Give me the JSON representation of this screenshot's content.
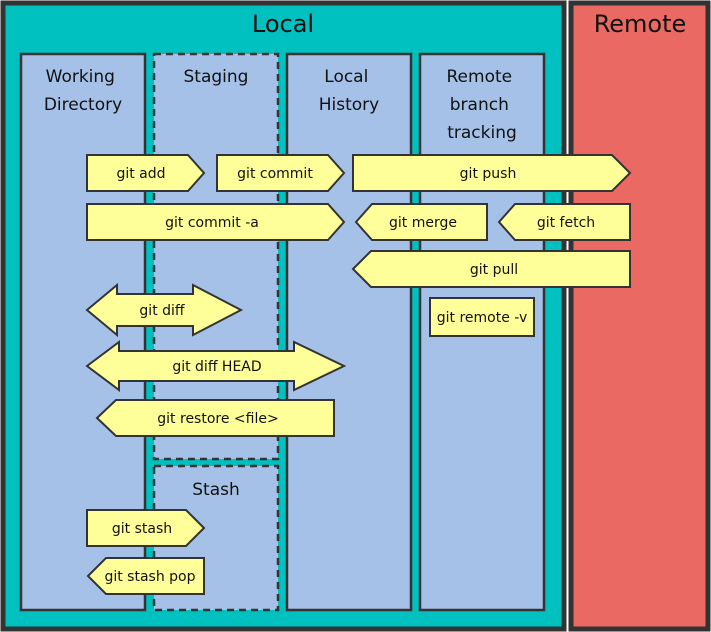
{
  "colors": {
    "local_bg": "#00c0c0",
    "remote_bg": "#ea6a63",
    "column_bg": "#a6c1e8",
    "arrow_fill": "#ffff99",
    "outline": "#333333"
  },
  "regions": {
    "local_title": "Local",
    "remote_title": "Remote"
  },
  "columns": {
    "working_directory": [
      "Working",
      "Directory"
    ],
    "staging": [
      "Staging"
    ],
    "local_history": [
      "Local",
      "History"
    ],
    "remote_tracking": [
      "Remote",
      "branch",
      "tracking"
    ],
    "stash": [
      "Stash"
    ]
  },
  "commands": {
    "git_add": "git add",
    "git_commit": "git commit",
    "git_push": "git push",
    "git_commit_a": "git commit -a",
    "git_merge": "git merge",
    "git_fetch": "git fetch",
    "git_pull": "git pull",
    "git_diff": "git diff",
    "git_remote_v": "git remote -v",
    "git_diff_head": "git diff HEAD",
    "git_restore": "git restore <file>",
    "git_stash": "git stash",
    "git_stash_pop": "git stash pop"
  }
}
